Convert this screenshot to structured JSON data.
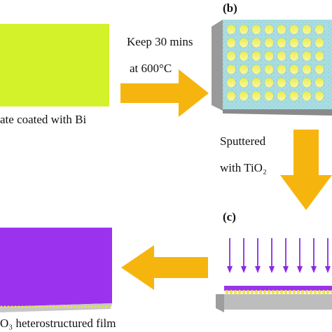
{
  "panels": {
    "b": "(b)",
    "c": "(c)"
  },
  "steps": {
    "step1_line1": "Keep 30 mins",
    "step1_line2": "at 600°C",
    "step2_line1": "Sputtered",
    "step2_line2": "with TiO₂"
  },
  "captions": {
    "substrate": "ate coated with Bi",
    "final_film": "O₃ heterostructured film"
  },
  "colors": {
    "bi_coating": "#d4f22a",
    "arrow": "#f6b50e",
    "film": "#9b33ee",
    "sputter_arrow": "#8a2be2",
    "substrate_gray": "#b8b8b8",
    "dots": "#f2ef6a",
    "plate_teal": "#a6dbe0"
  }
}
